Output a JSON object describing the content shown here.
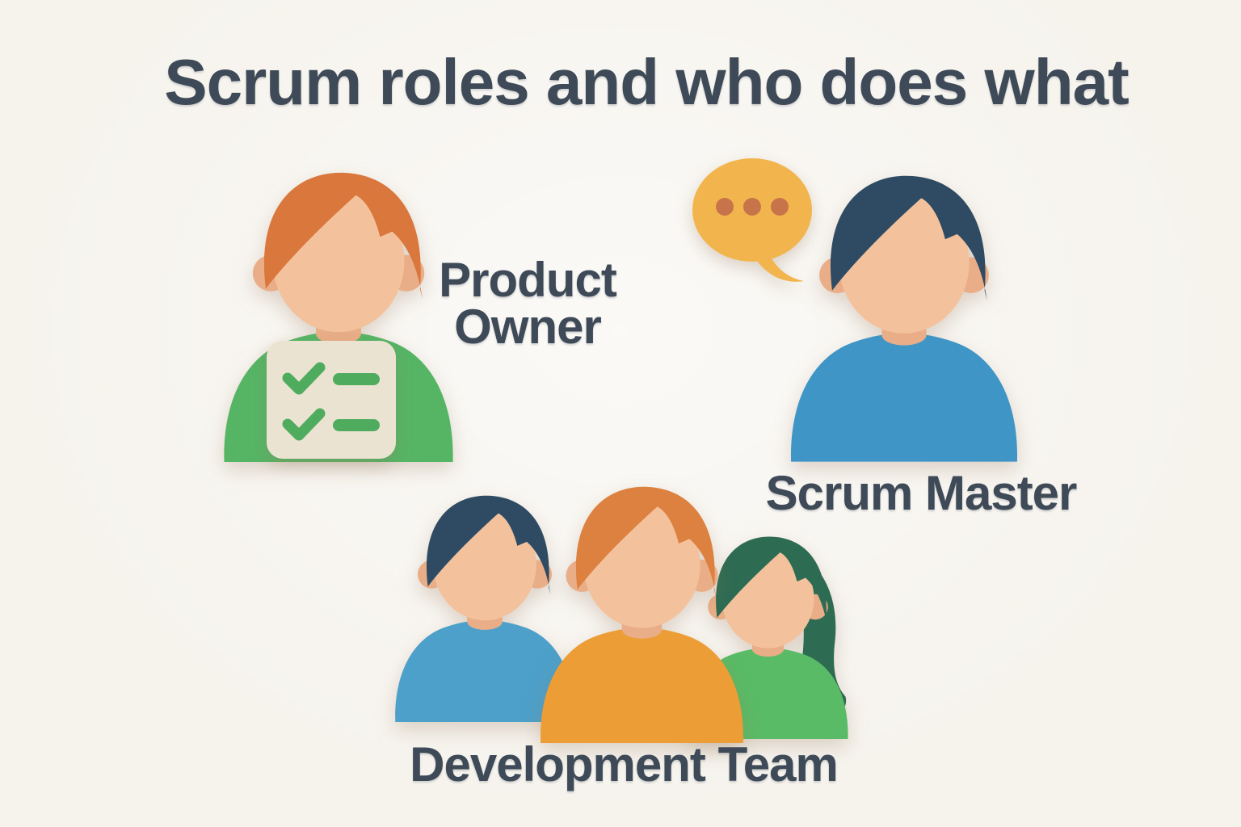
{
  "title": "Scrum roles and who does what",
  "roles": {
    "product_owner": {
      "line1": "Product",
      "line2": "Owner",
      "icon": "person-with-checklist"
    },
    "scrum_master": {
      "label": "Scrum Master",
      "icon": "person-with-speech-bubble"
    },
    "development_team": {
      "label": "Development Team",
      "icon": "three-person-group"
    }
  },
  "palette": {
    "bg": "#f6f3ed",
    "text": "#3e4a57",
    "skin": "#f3c29d",
    "skin_dark": "#e9ae87",
    "po_hair": "#d9773c",
    "po_shirt": "#55b565",
    "card": "#ebe3d1",
    "check": "#4fac5e",
    "sm_hair": "#2f4b63",
    "sm_shirt": "#3e95c6",
    "bubble": "#f2b54e",
    "bubble_dots": "#c7744a",
    "dev1_hair": "#2f4b63",
    "dev1_shirt": "#4da0ca",
    "dev2_hair": "#dd8140",
    "dev2_shirt": "#ec9d36",
    "dev3_hair": "#2e6b53",
    "dev3_shirt": "#5abb66"
  }
}
